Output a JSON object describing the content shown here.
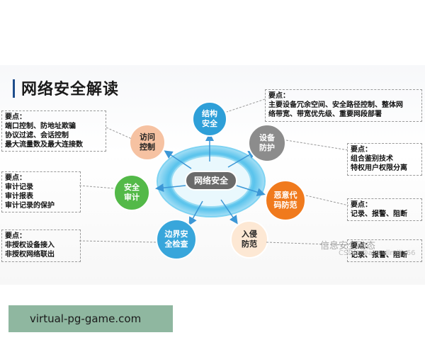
{
  "title": "网络安全解读",
  "center": "网络安全",
  "nodes": [
    {
      "id": "struct",
      "label": "结构\n安全",
      "color": "#2e9fd8",
      "text": "#ffffff"
    },
    {
      "id": "device",
      "label": "设备\n防护",
      "color": "#8c8c8c",
      "text": "#ffffff"
    },
    {
      "id": "malware",
      "label": "恶意代\n码防范",
      "color": "#f07a1d",
      "text": "#ffffff"
    },
    {
      "id": "intrusion",
      "label": "入侵\n防范",
      "color": "#fde8d4",
      "text": "#222222"
    },
    {
      "id": "boundary",
      "label": "边界安\n全检查",
      "color": "#38a6db",
      "text": "#ffffff"
    },
    {
      "id": "audit",
      "label": "安全\n审计",
      "color": "#53b948",
      "text": "#ffffff"
    },
    {
      "id": "access",
      "label": "访问\n控制",
      "color": "#f6c2a2",
      "text": "#222222"
    }
  ],
  "notes": {
    "struct": {
      "head": "要点：",
      "lines": [
        "主要设备冗余空间、安全路径控制、整体网",
        "络带宽、带宽优先级、重要网段部署"
      ]
    },
    "device": {
      "head": "要点：",
      "lines": [
        "组合鉴别技术",
        "特权用户权限分离"
      ]
    },
    "malware": {
      "head": "要点：",
      "lines": [
        "记录、报警、阻断"
      ]
    },
    "intrusion": {
      "head": "要点：",
      "lines": [
        "记录、报警、阻断"
      ]
    },
    "access": {
      "head": "要点：",
      "lines": [
        "端口控制、防地址欺骗",
        "协议过滤、会话控制",
        "最大流量数及最大连接数"
      ]
    },
    "audit": {
      "head": "要点：",
      "lines": [
        "审计记录",
        "审计报表",
        "审计记录的保护"
      ]
    },
    "boundary": {
      "head": "要点：",
      "lines": [
        "非授权设备接入",
        "非授权网络联出"
      ]
    }
  },
  "watermark": "信息安全动态",
  "watermark_sub": "CSDN @atsndlmiliz66",
  "footer": "virtual-pg-game.com",
  "colors": {
    "ring": "#7fd3f2",
    "ring_inner": "#bde9f8",
    "center": "#6e6e6e",
    "arrow": "#4aa3df"
  }
}
